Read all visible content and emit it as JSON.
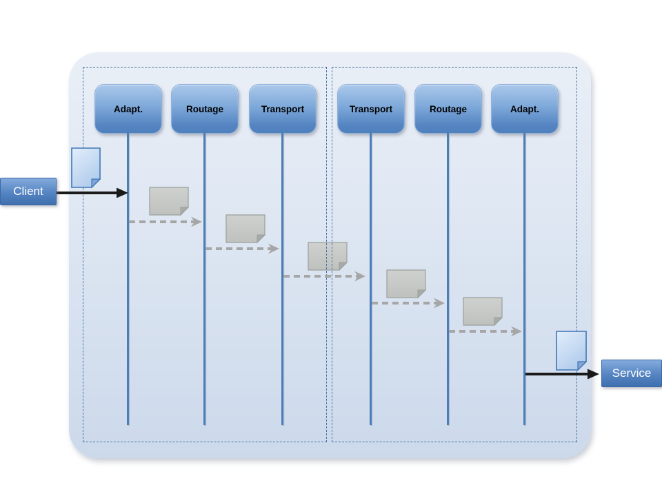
{
  "endpoints": {
    "client": "Client",
    "service": "Service"
  },
  "columns": [
    {
      "label": "Adapt."
    },
    {
      "label": "Routage"
    },
    {
      "label": "Transport"
    },
    {
      "label": "Transport"
    },
    {
      "label": "Routage"
    },
    {
      "label": "Adapt."
    }
  ],
  "icons": {
    "client_message": "document-icon",
    "service_message": "document-icon",
    "pipeline_message": "document-icon"
  },
  "colors": {
    "accent_blue": "#4f81bd",
    "panel_fill": "#dbe4f1",
    "lane_border": "#4472a8",
    "lifeline": "#4a7ebb",
    "message_gray": "#a6a6a6",
    "doc_blue_fill": "#cfe0f5",
    "doc_gray_fill": "#c6c6c6",
    "arrow_black": "#1a1a1a",
    "endpoint_text": "#ffffff"
  }
}
